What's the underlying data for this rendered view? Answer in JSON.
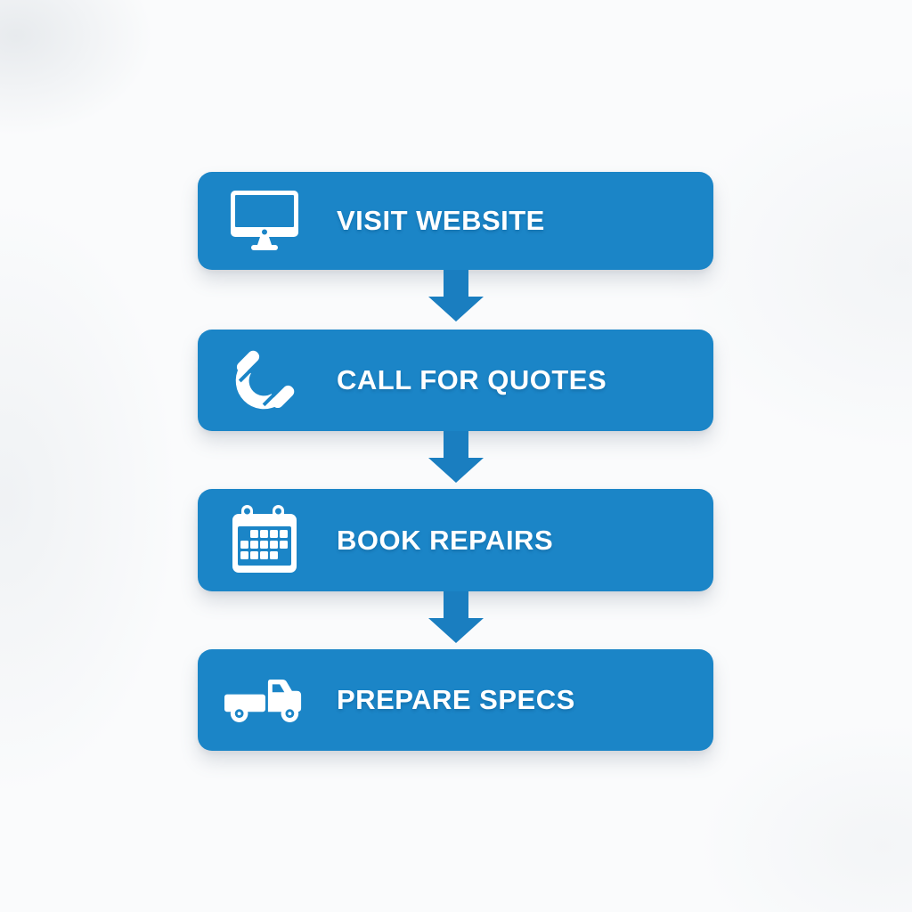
{
  "page": {
    "background": "#fafbfc"
  },
  "flow": {
    "node_color": "#1b85c7",
    "arrow_color": "#1a7ec0",
    "text_color": "#ffffff",
    "steps": [
      {
        "label": "VISIT WEBSITE",
        "icon": "desktop-monitor-icon"
      },
      {
        "label": "CALL FOR QUOTES",
        "icon": "phone-handset-icon"
      },
      {
        "label": "BOOK REPAIRS",
        "icon": "calendar-icon"
      },
      {
        "label": "PREPARE SPECS",
        "icon": "pickup-truck-icon"
      }
    ]
  }
}
